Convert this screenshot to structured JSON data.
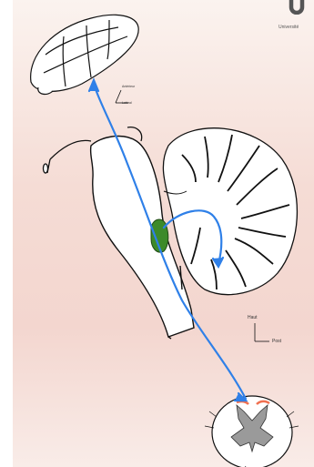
{
  "logo": {
    "text": "Université"
  },
  "orientation_small": {
    "top_label": "Antérieur",
    "bottom_label": "Latéral"
  },
  "orientation_large": {
    "vertical_label": "Haut",
    "horizontal_label": "Post"
  },
  "colors": {
    "pathway": "#2f80e8",
    "nucleus": "#3d8a2a",
    "dorsal_horn": "#f07050",
    "outline": "#111111",
    "background_top": "#fbf3ef",
    "background_bottom": "#f3d6cf"
  },
  "icons": {
    "logo": "university-logo-icon"
  }
}
